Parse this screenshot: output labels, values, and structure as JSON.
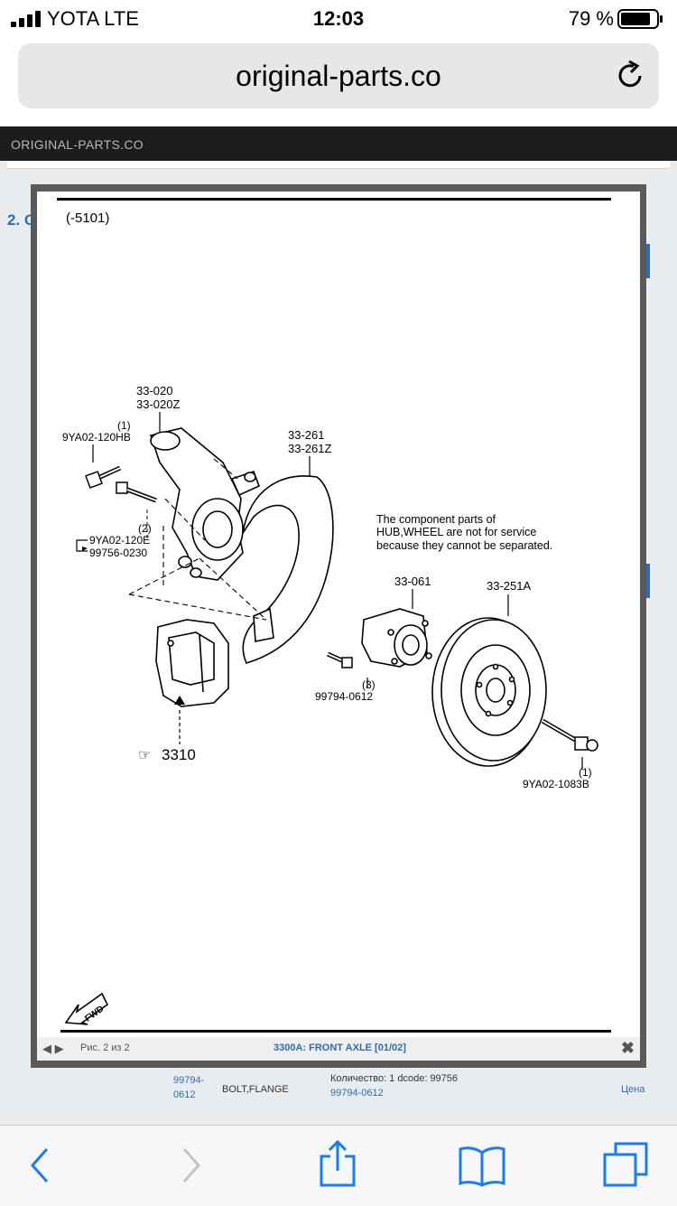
{
  "status_bar": {
    "carrier": "YOTA   LTE",
    "time": "12:03",
    "battery": "79 %"
  },
  "browser": {
    "url": "original-parts.co"
  },
  "site": {
    "header": "ORIGINAL-PARTS.CO",
    "background_item": "2. C"
  },
  "viewer": {
    "page_indicator": "Рис. 2 из 2",
    "title": "3300A: FRONT AXLE [01/02]",
    "close": "✖",
    "diagram": {
      "corner_code": "(-5101)",
      "labels": {
        "knuckle_a": "33-020",
        "knuckle_b": "33-020Z",
        "bolt_top_qty": "(1)",
        "bolt_top": "9YA02-120HB",
        "bolt_mid_qty": "(2)",
        "bolt_mid": "9YA02-120E",
        "bolt_mid_alt": "99756-0230",
        "shield_a": "33-261",
        "shield_b": "33-261Z",
        "note_1": "The component parts of",
        "note_2": "HUB,WHEEL are not for service",
        "note_3": "because they cannot be separated.",
        "hub": "33-061",
        "disc": "33-251A",
        "small_bolt_qty": "(3)",
        "small_bolt": "99794-0612",
        "caliper_ref": "3310",
        "wheel_bolt_qty": "(1)",
        "wheel_bolt": "9YA02-1083B",
        "fwd": "FWD"
      }
    }
  },
  "info_row": {
    "code_line1": "99794-",
    "code_line2": "0612",
    "description": "BOLT,FLANGE",
    "quantity": "Количество: 1 dcode: 99756",
    "link": "99794-0612",
    "price": "Цена"
  }
}
